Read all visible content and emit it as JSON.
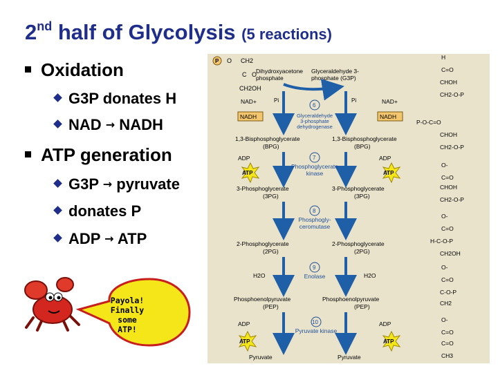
{
  "slide": {
    "title_main": "2",
    "title_sup": "nd",
    "title_rest": " half of Glycolysis ",
    "title_small": "(5 reactions)",
    "bullets": [
      {
        "label": "Oxidation"
      },
      {
        "label": "ATP generation"
      }
    ],
    "sub_oxidation": [
      {
        "text": "G3P donates H"
      },
      {
        "a": "NAD ",
        "arrow": "→",
        "b": " NADH"
      }
    ],
    "sub_atp": [
      {
        "a": "G3P ",
        "arrow": "→",
        "b": " pyruvate"
      },
      {
        "text": "donates P"
      },
      {
        "a": "ADP ",
        "arrow": "→",
        "b": " ATP"
      }
    ],
    "speech_lines": [
      "Payola!",
      "Finally some",
      "ATP!"
    ]
  },
  "diagram": {
    "colors": {
      "background": "#e9e3cc",
      "arrow": "#1f5fa8",
      "label": "#1f4f9a",
      "atp_star": "#f5e61a",
      "box": "#f3c56c"
    },
    "header_left": "Dihydroxyacetone\nphosphate",
    "header_right": "Glyceraldehyde 3-\nphosphate (G3P)",
    "left_struct": {
      "p": "P",
      "o": "O",
      "ch2": "CH2",
      "c": "C",
      "eq_o": "O",
      "ch2oh": "CH2OH"
    },
    "steps": [
      {
        "num": "6",
        "enzyme": "Glyceraldehyde\n3-phosphate\ndehydrogenase"
      },
      {
        "num": "7",
        "enzyme": "Phosphoglycerate\nkinase"
      },
      {
        "num": "8",
        "enzyme": "Phosphogly-\nceromutase"
      },
      {
        "num": "9",
        "enzyme": "Enolase"
      },
      {
        "num": "10",
        "enzyme": "Pyruvate kinase"
      }
    ],
    "pi": "Pi",
    "nad": "NAD+",
    "nadh": "NADH",
    "adp": "ADP",
    "atp": "ATP",
    "h2o": "H2O",
    "intermediates": [
      {
        "name": "1,3-Bisphosphoglycerate",
        "abbr": "(BPG)"
      },
      {
        "name": "3-Phosphoglycerate",
        "abbr": "(3PG)"
      },
      {
        "name": "2-Phosphoglycerate",
        "abbr": "(2PG)"
      },
      {
        "name": "Phosphoenolpyruvate",
        "abbr": "(PEP)"
      },
      {
        "name": "Pyruvate",
        "abbr": ""
      }
    ],
    "right_structs": [
      [
        "H",
        "C=O",
        "CHOH",
        "CH2-O-P"
      ],
      [
        "P-O-C=O",
        "CHOH",
        "CH2-O-P"
      ],
      [
        "O-",
        "C=O",
        "CHOH",
        "CH2-O-P"
      ],
      [
        "O-",
        "C=O",
        "H-C-O-P",
        "CH2OH"
      ],
      [
        "O-",
        "C=O",
        "C-O-P",
        "CH2"
      ],
      [
        "O-",
        "C=O",
        "C=O",
        "CH3"
      ]
    ]
  }
}
